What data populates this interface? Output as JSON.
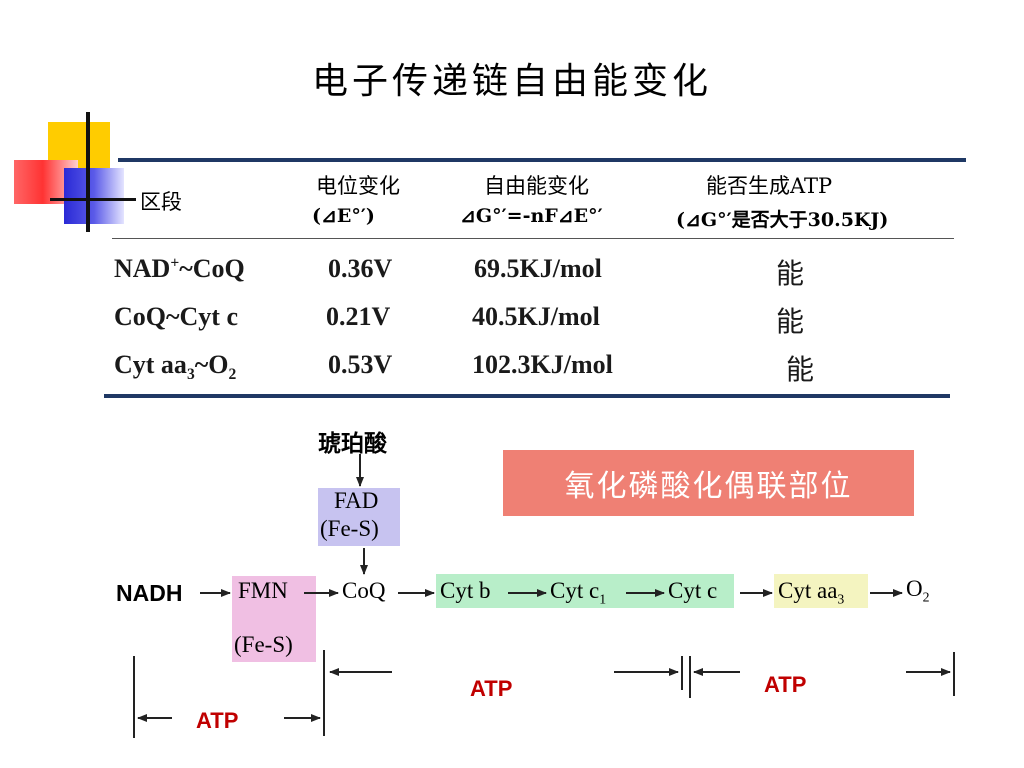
{
  "title": "电子传递链自由能变化",
  "table": {
    "col0_header": "区段",
    "col1_header_line1": "电位变化",
    "col1_header_line2": "(⊿E°′)",
    "col2_header_line1": "自由能变化",
    "col2_header_line2": "⊿G°′=-nF⊿E°′",
    "col3_header_line1": "能否生成ATP",
    "col3_header_line2": "(⊿G°′是否大于30.5KJ)",
    "rows": [
      {
        "segment_a": "NAD",
        "segment_sup": "+",
        "segment_b": "~CoQ",
        "potential": "0.36V",
        "energy": "69.5KJ/mol",
        "atp": "能"
      },
      {
        "segment_a": "CoQ~Cyt c",
        "potential": "0.21V",
        "energy": "40.5KJ/mol",
        "atp": "能"
      },
      {
        "segment_a": "Cyt aa",
        "segment_sub": "3",
        "segment_b": "~O",
        "segment_sub2": "2",
        "potential": "0.53V",
        "energy": "102.3KJ/mol",
        "atp": "能"
      }
    ]
  },
  "coupling_label": "氧化磷酸化偶联部位",
  "diagram": {
    "succinate": "琥珀酸",
    "fad": "FAD",
    "fad_fes": "(Fe-S)",
    "nadh": "NADH",
    "fmn": "FMN",
    "fmn_fes": "(Fe-S)",
    "coq": "CoQ",
    "cytb": "Cyt b",
    "cytc1": "Cyt c",
    "cytc1_sub": "1",
    "cytc": "Cyt c",
    "cytaa3": "Cyt aa",
    "cytaa3_sub": "3",
    "o2": "O",
    "o2_sub": "2",
    "atp1": "ATP",
    "atp2": "ATP",
    "atp3": "ATP"
  },
  "colors": {
    "rule": "#1f3864",
    "coupling_bg": "#ef8074",
    "fad_bg": "#c7c3f0",
    "fmn_bg": "#f0bfe3",
    "cyt_green_bg": "#b8eec9",
    "cytaa3_bg": "#f4f4c0",
    "atp_text": "#c00000"
  }
}
